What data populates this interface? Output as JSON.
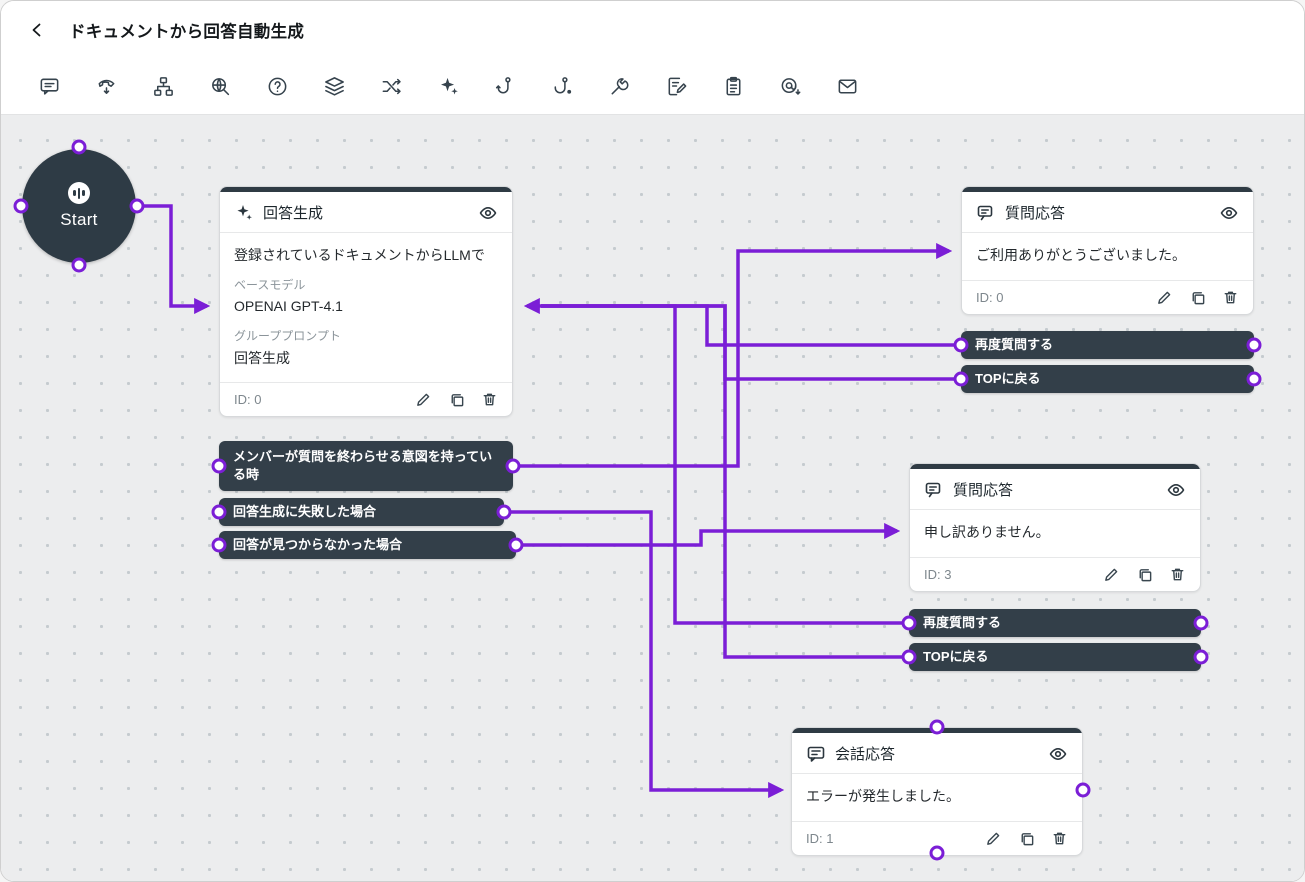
{
  "header": {
    "title": "ドキュメントから回答自動生成"
  },
  "toolbar": {
    "icon_names": [
      "comment-icon",
      "call-branch-icon",
      "sitemap-icon",
      "search-globe-icon",
      "help-circle-icon",
      "layers-icon",
      "shuffle-icon",
      "sparkle-icon",
      "hook-icon",
      "hook-dot-icon",
      "wrench-icon",
      "form-edit-icon",
      "clipboard-icon",
      "mention-arrow-icon",
      "mail-icon"
    ]
  },
  "canvas": {
    "start_node": {
      "label": "Start"
    },
    "answer_card": {
      "title": "回答生成",
      "body": "登録されているドキュメントからLLMで",
      "base_model_label": "ベースモデル",
      "base_model_value": "OPENAI GPT-4.1",
      "group_prompt_label": "グループプロンプト",
      "group_prompt_value": "回答生成",
      "id_label": "ID: 0"
    },
    "left_pills": [
      "メンバーが質問を終わらせる意図を持っている時",
      "回答生成に失敗した場合",
      "回答が見つからなかった場合"
    ],
    "qa_card_top": {
      "title": "質問応答",
      "body": "ご利用ありがとうございました。",
      "id_label": "ID: 0"
    },
    "qa_top_pills": [
      "再度質問する",
      "TOPに戻る"
    ],
    "qa_card_mid": {
      "title": "質問応答",
      "body": "申し訳ありません。",
      "id_label": "ID: 3"
    },
    "qa_mid_pills": [
      "再度質問する",
      "TOPに戻る"
    ],
    "talk_card": {
      "title": "会話応答",
      "body": "エラーが発生しました。",
      "id_label": "ID: 1"
    },
    "colors": {
      "accent": "#7b1ed6",
      "node_dark": "#333f49"
    }
  }
}
